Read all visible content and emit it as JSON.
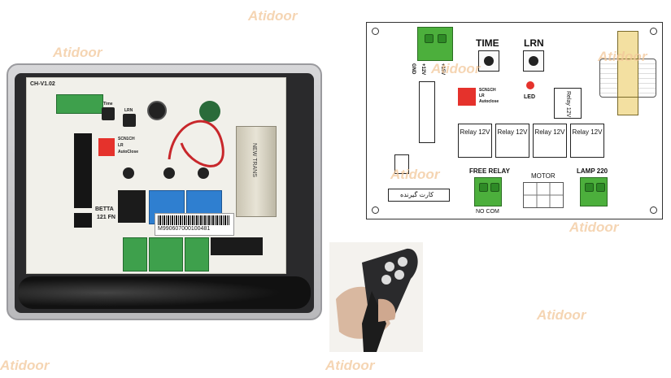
{
  "brand_watermark": "Atidoor",
  "colors": {
    "terminal": "#3ea04c",
    "dip_switch": "#e5322c",
    "relay_blue": "#2f7fd0",
    "watermark": "#f2c79a"
  },
  "board_photo": {
    "model": "CH-V1.02",
    "board_name": "BETTA",
    "board_sub": "121 FN",
    "barcode": "M990607000100481",
    "time_label": "Time",
    "lrn_label": "LRN",
    "dip_labels": [
      "SCN1CH",
      "LR",
      "AutoClose"
    ],
    "transformer_text": "NEW TRANS"
  },
  "diagram": {
    "time_label": "TIME",
    "lrn_label": "LRN",
    "led_label": "LED",
    "dip_labels": [
      "SCN1CH",
      "LR",
      "Autoclose"
    ],
    "relay_label": "Relay 12V",
    "free_relay_label": "FREE RELAY",
    "motor_label": "MOTOR",
    "lamp_label": "LAMP 220",
    "no_com_label": "NO COM",
    "card_label": "کارت گیرنده",
    "left_pins": [
      "GND",
      "+12V",
      "+15V"
    ]
  },
  "remote_photo": {
    "description_icon": "remote-control-icon"
  }
}
